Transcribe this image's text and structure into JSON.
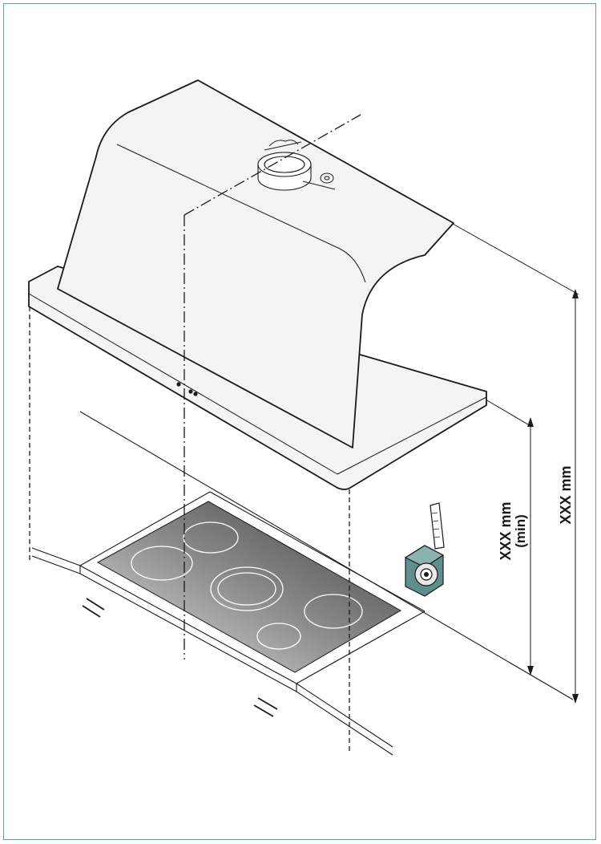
{
  "colors": {
    "frame": "#6f9c98",
    "outline": "#1a1a1a",
    "hood_fill": "#f4f4f4",
    "tape_body": "#5f8f8c"
  },
  "labels": {
    "dim_min_line1": "XXX mm",
    "dim_min_line2": "(min)",
    "dim_total": "XXX mm"
  },
  "icons": {
    "cut_mark": "double-slash"
  }
}
